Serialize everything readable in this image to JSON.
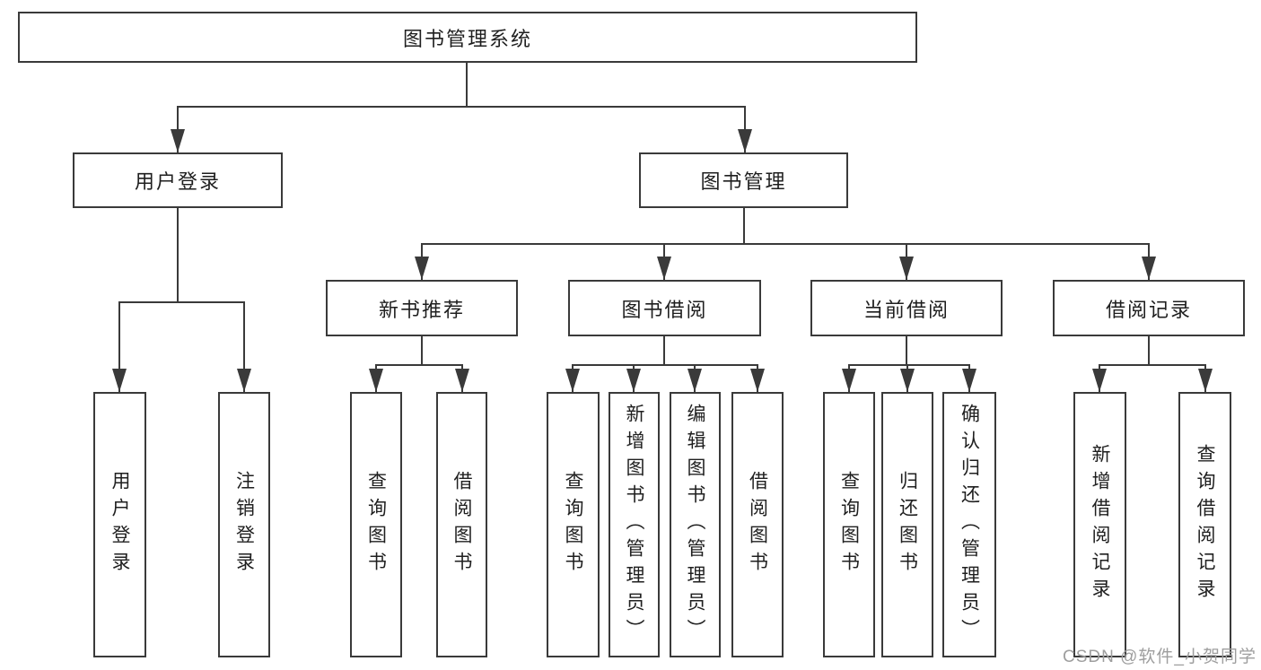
{
  "diagram": {
    "type": "tree",
    "tree": {
      "label": "图书管理系统",
      "children": [
        {
          "label": "用户登录",
          "children": [
            {
              "label": "用户登录"
            },
            {
              "label": "注销登录"
            }
          ]
        },
        {
          "label": "图书管理",
          "children": [
            {
              "label": "新书推荐",
              "children": [
                {
                  "label": "查询图书"
                },
                {
                  "label": "借阅图书"
                }
              ]
            },
            {
              "label": "图书借阅",
              "children": [
                {
                  "label": "查询图书"
                },
                {
                  "label": "新增图书（管理员）"
                },
                {
                  "label": "编辑图书（管理员）"
                },
                {
                  "label": "借阅图书"
                }
              ]
            },
            {
              "label": "当前借阅",
              "children": [
                {
                  "label": "查询图书"
                },
                {
                  "label": "归还图书"
                },
                {
                  "label": "确认归还（管理员）"
                }
              ]
            },
            {
              "label": "借阅记录",
              "children": [
                {
                  "label": "新增借阅记录"
                },
                {
                  "label": "查询借阅记录"
                }
              ]
            }
          ]
        }
      ]
    }
  },
  "watermark": "CSDN @软件_小贺同学",
  "colors": {
    "line": "#3a3a3a",
    "text": "#1f1f1f",
    "watermark": "#9e9e9e",
    "background": "#ffffff"
  }
}
